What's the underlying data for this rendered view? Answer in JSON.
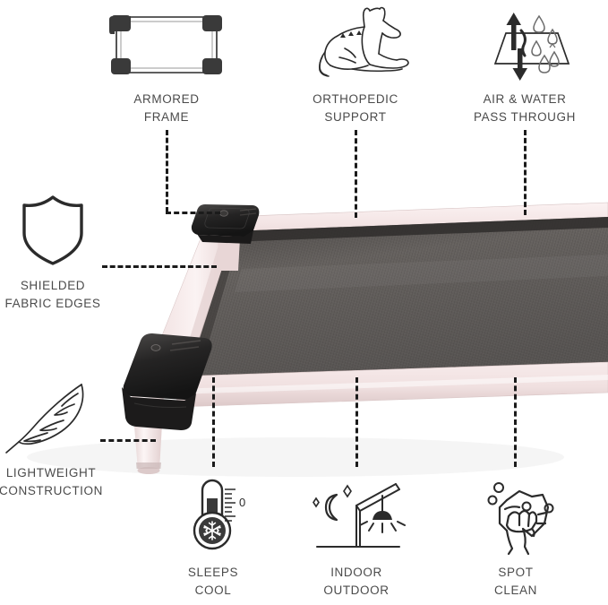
{
  "product": {
    "name": "elevated-pet-bed",
    "frame_color": "#f2e2e2",
    "frame_shadow_color": "#d9c6c6",
    "corner_color": "#2b2b2b",
    "mesh_color": "#5f5c5b",
    "mesh_dark_color": "#3d3b3a",
    "leg_color": "#f5e7e7"
  },
  "colors": {
    "text": "#4b4b4b",
    "line": "#1b1b1b",
    "icon_stroke": "#2b2b2b",
    "background": "#ffffff"
  },
  "features": [
    {
      "id": "armored-frame",
      "icon": "armored-frame-icon",
      "label": "ARMORED\nFRAME"
    },
    {
      "id": "orthopedic-support",
      "icon": "dog-lying-icon",
      "label": "ORTHOPEDIC\nSUPPORT"
    },
    {
      "id": "air-water-pass-through",
      "icon": "airflow-water-droplets-icon",
      "label": "AIR & WATER\nPASS THROUGH"
    },
    {
      "id": "shielded-fabric-edges",
      "icon": "shield-icon",
      "label": "SHIELDED\nFABRIC EDGES"
    },
    {
      "id": "lightweight-construction",
      "icon": "feather-icon",
      "label": "LIGHTWEIGHT\nCONSTRUCTION"
    },
    {
      "id": "sleeps-cool",
      "icon": "thermometer-snowflake-icon",
      "label": "SLEEPS\nCOOL"
    },
    {
      "id": "indoor-outdoor",
      "icon": "moon-awning-lamp-icon",
      "label": "INDOOR\nOUTDOOR"
    },
    {
      "id": "spot-clean",
      "icon": "hand-cloth-bubbles-icon",
      "label": "SPOT\nCLEAN"
    }
  ],
  "icon_labels": {
    "thermometer_scale_value": "0"
  }
}
